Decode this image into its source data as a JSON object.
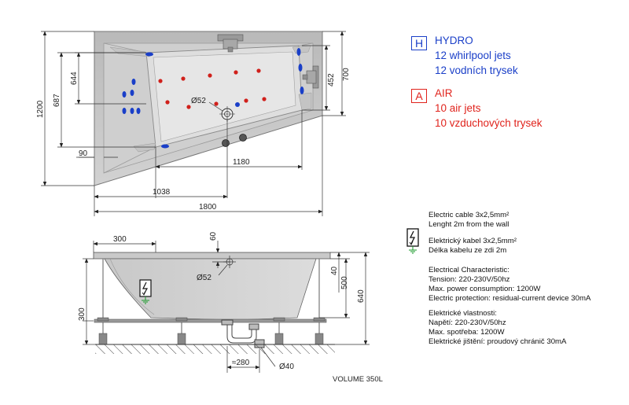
{
  "top_view": {
    "dims": {
      "w1800": "1800",
      "w1180": "1180",
      "w1038": "1038",
      "w90": "90",
      "h1200": "1200",
      "h687": "687",
      "h644": "644",
      "h452": "452",
      "h700": "700",
      "d52": "Ø52"
    }
  },
  "side_view": {
    "dims": {
      "w300": "300",
      "h60": "60",
      "d52": "Ø52",
      "h40": "40",
      "h500": "500",
      "h640": "640",
      "h300": "300",
      "w280": "≈280",
      "d40": "Ø40"
    },
    "volume": "VOLUME 350L"
  },
  "legend": {
    "hydro": {
      "letter": "H",
      "lines": [
        "HYDRO",
        "12 whirlpool jets",
        "12 vodních trysek"
      ],
      "color": "#1a3fc8"
    },
    "air": {
      "letter": "A",
      "lines": [
        "AIR",
        "10 air jets",
        "10 vzduchových trysek"
      ],
      "color": "#e0231c"
    }
  },
  "electric": {
    "cable_lines": [
      "Electric cable 3x2,5mm²",
      "Lenght 2m from the wall",
      "Elektrický kabel 3x2,5mm²",
      "Délka kabelu ze zdi 2m"
    ],
    "characteristics_en": [
      "Electrical Characteristic:",
      "Tension: 220-230V/50hz",
      "Max. power consumption: 1200W",
      "Electric protection: residual-current device 30mA"
    ],
    "characteristics_cz": [
      "Elektrické vlastnosti:",
      "Napětí: 220-230V/50hz",
      "Max. spotřeba: 1200W",
      "Elektrické jištění: proudový chránič 30mA"
    ]
  }
}
